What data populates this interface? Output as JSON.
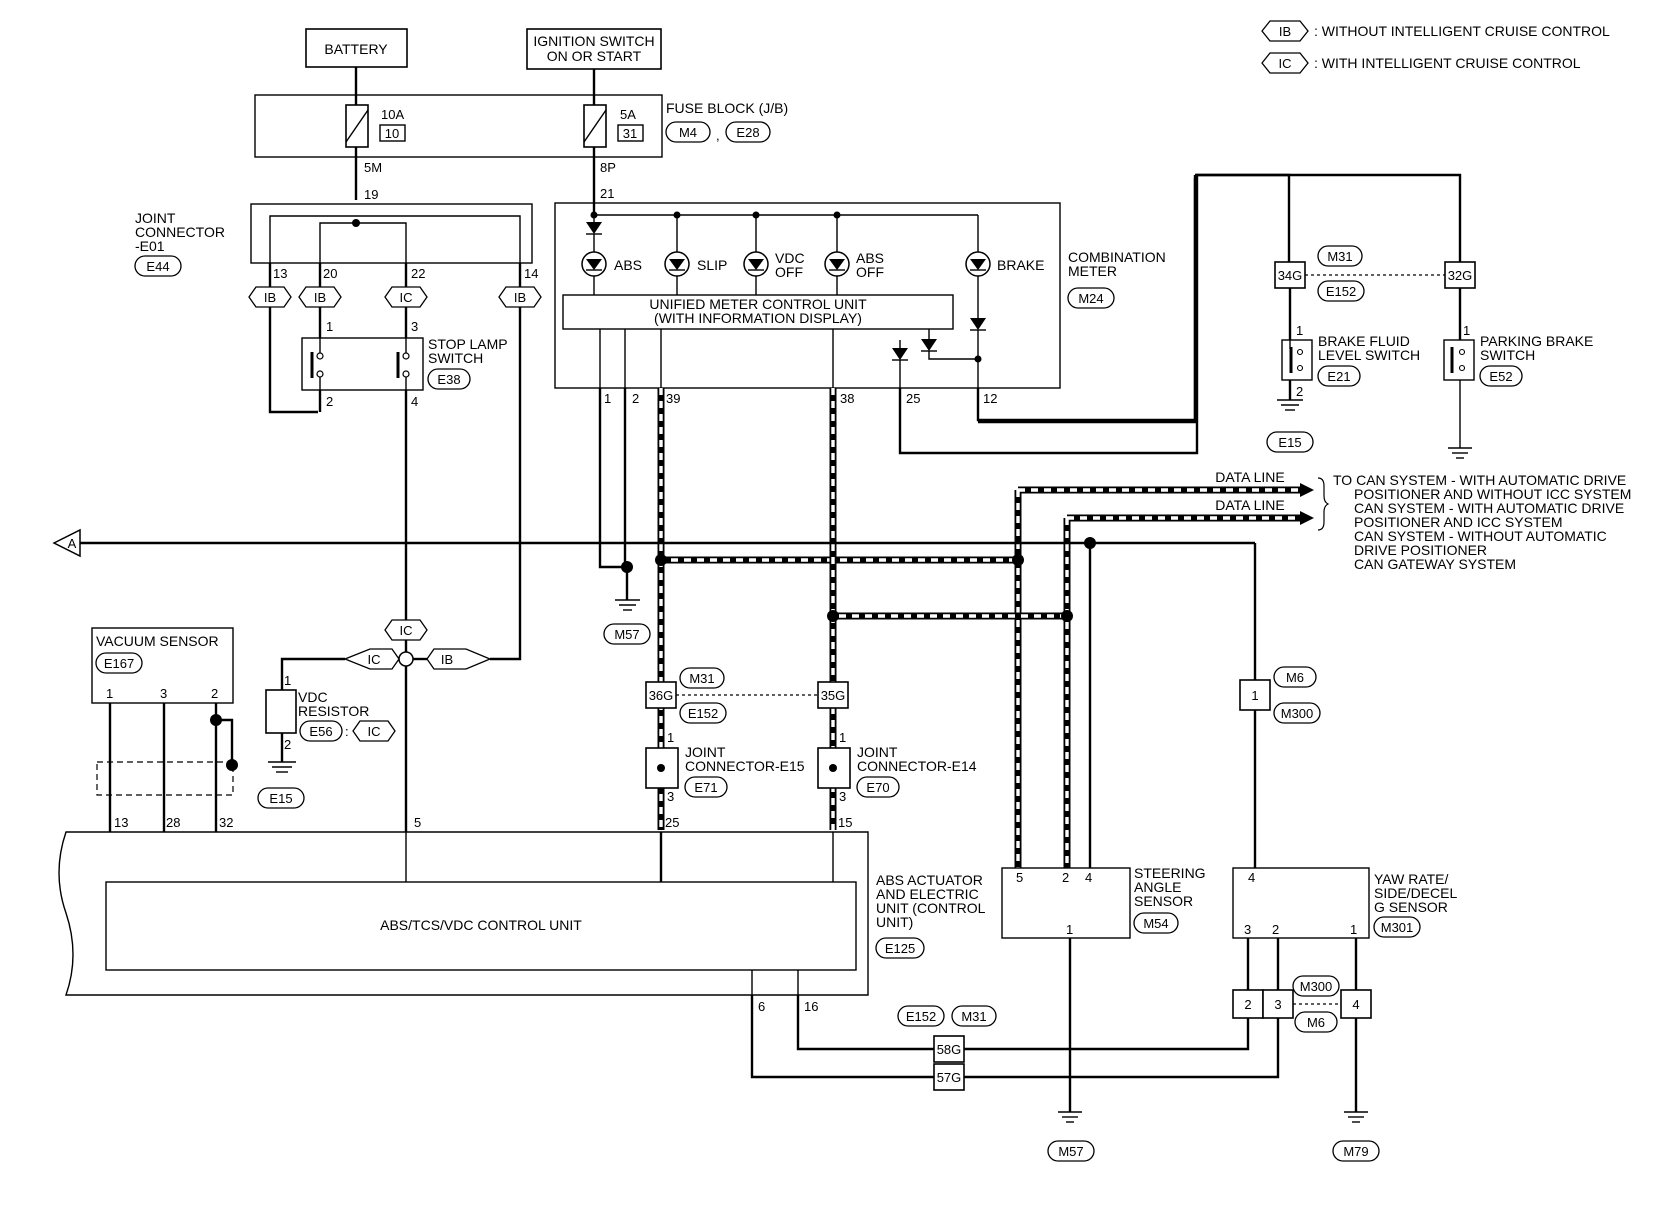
{
  "legend": [
    {
      "code": "IB",
      "text": ": WITHOUT INTELLIGENT CRUISE CONTROL"
    },
    {
      "code": "IC",
      "text": ": WITH INTELLIGENT CRUISE CONTROL"
    }
  ],
  "power": {
    "battery": "BATTERY",
    "ignition_l1": "IGNITION SWITCH",
    "ignition_l2": "ON OR START"
  },
  "fuse_block": {
    "title": "FUSE BLOCK (J/B)",
    "conn1": "M4",
    "conn2": "E28",
    "fuse1_amp": "10A",
    "fuse1_num": "10",
    "fuse2_amp": "5A",
    "fuse2_num": "31",
    "pin_5m": "5M",
    "pin_8p": "8P"
  },
  "joint_connector_e01": {
    "l1": "JOINT",
    "l2": "CONNECTOR",
    "l3": "-E01",
    "conn": "E44",
    "pin_19": "19",
    "pin_13": "13",
    "pin_20": "20",
    "pin_22": "22",
    "pin_14": "14"
  },
  "stop_lamp": {
    "l1": "STOP LAMP",
    "l2": "SWITCH",
    "conn": "E38",
    "pin1": "1",
    "pin2": "2",
    "pin3": "3",
    "pin4": "4"
  },
  "tags": {
    "ib": "IB",
    "ic": "IC"
  },
  "meter": {
    "title_l1": "COMBINATION",
    "title_l2": "METER",
    "conn": "M24",
    "pin_21": "21",
    "lamp_abs": "ABS",
    "lamp_slip": "SLIP",
    "lamp_vdc_l1": "VDC",
    "lamp_vdc_l2": "OFF",
    "lamp_absoff_l1": "ABS",
    "lamp_absoff_l2": "OFF",
    "lamp_brake": "BRAKE",
    "unit_l1": "UNIFIED METER CONTROL UNIT",
    "unit_l2": "(WITH INFORMATION DISPLAY)",
    "pin_1": "1",
    "pin_2": "2",
    "pin_39": "39",
    "pin_38": "38",
    "pin_25": "25",
    "pin_12": "12"
  },
  "grounds": {
    "m57": "M57",
    "e15": "E15",
    "m79": "M79"
  },
  "relay_conn_top": {
    "c1": "M31",
    "c2": "E152",
    "pin_34g": "34G",
    "pin_32g": "32G"
  },
  "brake_fluid": {
    "l1": "BRAKE FLUID",
    "l2": "LEVEL SWITCH",
    "conn": "E21",
    "pin1": "1",
    "pin2": "2"
  },
  "parking_brake": {
    "l1": "PARKING BRAKE",
    "l2": "SWITCH",
    "conn": "E52",
    "pin1": "1"
  },
  "data_line": {
    "label1": "DATA LINE",
    "label2": "DATA LINE",
    "to_l1": "TO CAN SYSTEM - WITH AUTOMATIC DRIVE",
    "to_l2": "POSITIONER AND WITHOUT ICC SYSTEM",
    "to_l3": "CAN SYSTEM - WITH AUTOMATIC DRIVE",
    "to_l4": "POSITIONER AND ICC SYSTEM",
    "to_l5": "CAN SYSTEM - WITHOUT AUTOMATIC",
    "to_l6": "DRIVE POSITIONER",
    "to_l7": "CAN GATEWAY SYSTEM"
  },
  "ref_a": "A",
  "vacuum": {
    "title": "VACUUM SENSOR",
    "conn": "E167",
    "pin1": "1",
    "pin3": "3",
    "pin2": "2"
  },
  "vdc_resistor": {
    "l1": "VDC",
    "l2": "RESISTOR",
    "conn": "E56",
    "colon": ":",
    "pin1": "1",
    "pin2": "2"
  },
  "mid_conn": {
    "c1": "M31",
    "c2": "E152",
    "pin_36g": "36G",
    "pin_35g": "35G"
  },
  "jc_e15": {
    "l1": "JOINT",
    "l2": "CONNECTOR-E15",
    "conn": "E71",
    "pin1": "1",
    "pin3": "3"
  },
  "jc_e14": {
    "l1": "JOINT",
    "l2": "CONNECTOR-E14",
    "conn": "E70",
    "pin1": "1",
    "pin3": "3"
  },
  "m6_conn": {
    "c1": "M6",
    "c2": "M300",
    "pin": "1"
  },
  "abs_unit": {
    "title": "ABS/TCS/VDC CONTROL UNIT",
    "side_l1": "ABS ACTUATOR",
    "side_l2": "AND ELECTRIC",
    "side_l3": "UNIT (CONTROL",
    "side_l4": "UNIT)",
    "conn": "E125",
    "pin_13": "13",
    "pin_28": "28",
    "pin_32": "32",
    "pin_5": "5",
    "pin_25": "25",
    "pin_15": "15",
    "pin_6": "6",
    "pin_16": "16"
  },
  "steering": {
    "l1": "STEERING",
    "l2": "ANGLE",
    "l3": "SENSOR",
    "conn": "M54",
    "pin5": "5",
    "pin2": "2",
    "pin4": "4",
    "pin1": "1"
  },
  "yaw": {
    "l1": "YAW RATE/",
    "l2": "SIDE/DECEL",
    "l3": "G SENSOR",
    "conn": "M301",
    "pin4": "4",
    "pin3": "3",
    "pin2": "2",
    "pin1": "1"
  },
  "bottom_conn": {
    "c1": "E152",
    "c2": "M31",
    "pin_58g": "58G",
    "pin_57g": "57G"
  },
  "yaw_conn": {
    "c1": "M300",
    "c2": "M6",
    "pin2": "2",
    "pin3": "3",
    "pin4": "4"
  }
}
